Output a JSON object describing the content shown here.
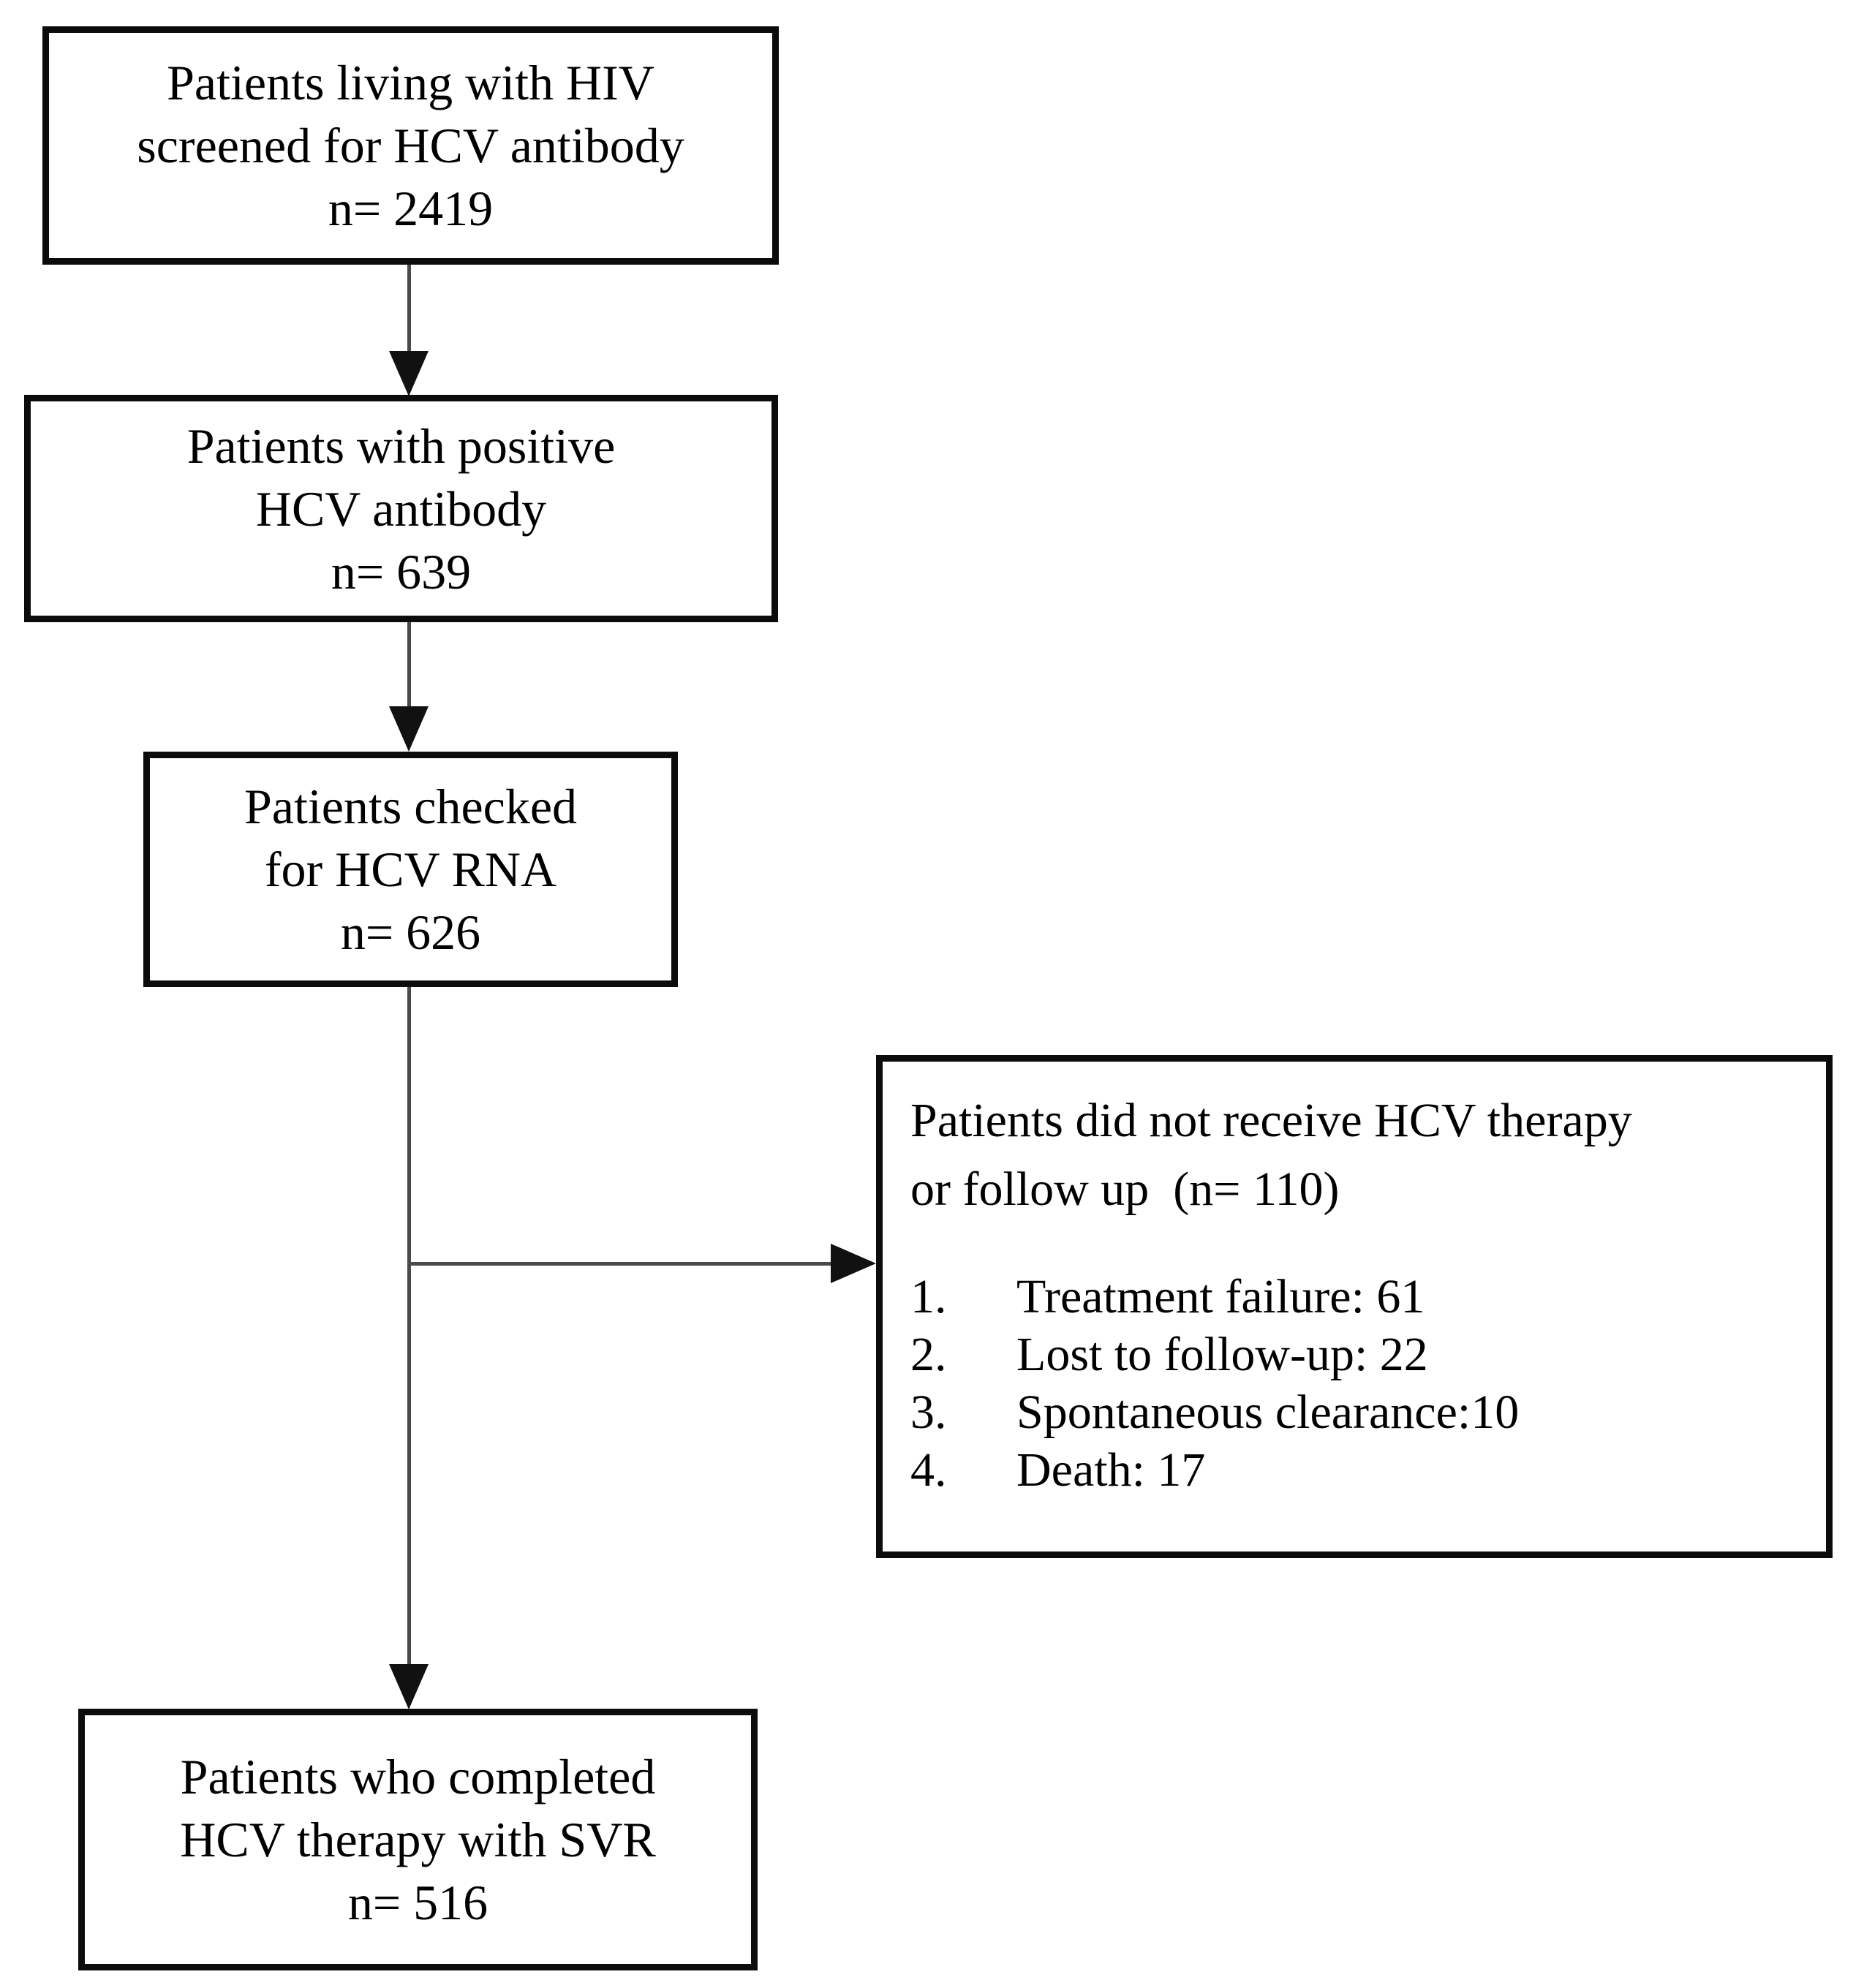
{
  "flowchart": {
    "box_screened": {
      "line1": "Patients living with HIV",
      "line2": "screened for HCV antibody",
      "line3": "n= 2419"
    },
    "box_positive": {
      "line1": "Patients with positive",
      "line2": "HCV antibody",
      "line3": "n= 639"
    },
    "box_rna": {
      "line1": "Patients checked",
      "line2": "for HCV RNA",
      "line3": "n= 626"
    },
    "box_excluded": {
      "title_line1": "Patients did not receive HCV therapy",
      "title_line2": "or follow up  (n= 110)",
      "items": [
        {
          "number": "1.",
          "text": "Treatment failure: 61"
        },
        {
          "number": "2.",
          "text": "Lost to follow-up: 22"
        },
        {
          "number": "3.",
          "text": "Spontaneous clearance:10"
        },
        {
          "number": "4.",
          "text": "Death: 17"
        }
      ]
    },
    "box_svr": {
      "line1": "Patients who completed",
      "line2": "HCV therapy with SVR",
      "line3": "n= 516"
    }
  },
  "colors": {
    "border": "#0c0c0c",
    "connector_line": "#4a4a4a",
    "arrowhead": "#111111",
    "text": "#000000",
    "background": "#ffffff"
  }
}
